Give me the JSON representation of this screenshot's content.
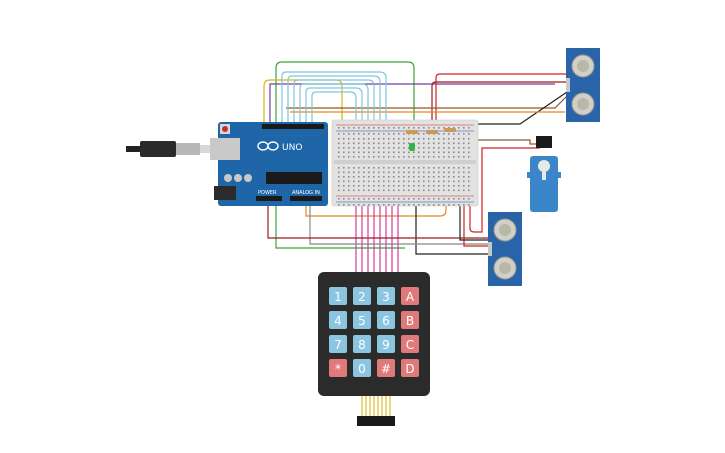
{
  "board": {
    "brand_label": "UNO",
    "power_header_label": "POWER",
    "analog_header_label": "ANALOG IN"
  },
  "keypad": {
    "rows": [
      [
        "1",
        "2",
        "3",
        "A"
      ],
      [
        "4",
        "5",
        "6",
        "B"
      ],
      [
        "7",
        "8",
        "9",
        "C"
      ],
      [
        "*",
        "0",
        "#",
        "D"
      ]
    ],
    "number_key_color": "#8cc5e0",
    "letter_key_color": "#e07a7a"
  },
  "colors": {
    "board_blue": "#1f66a8",
    "breadboard": "#e2e2e2",
    "sensor_blue": "#2a64a8",
    "servo_blue": "#3a86c8",
    "keypad_body": "#2b2b2b",
    "wire_green": "#3aa53a",
    "wire_red": "#d02020",
    "wire_orange": "#e38a1e",
    "wire_cyan": "#7ec8dc",
    "wire_magenta": "#d23aa0",
    "wire_black": "#222222",
    "wire_brown": "#8a5a2a",
    "wire_purple": "#7a3aa0",
    "wire_gray": "#888888"
  },
  "icons": {
    "usb_cable": "usb-cable-icon",
    "arduino_logo": "arduino-infinity-icon"
  }
}
